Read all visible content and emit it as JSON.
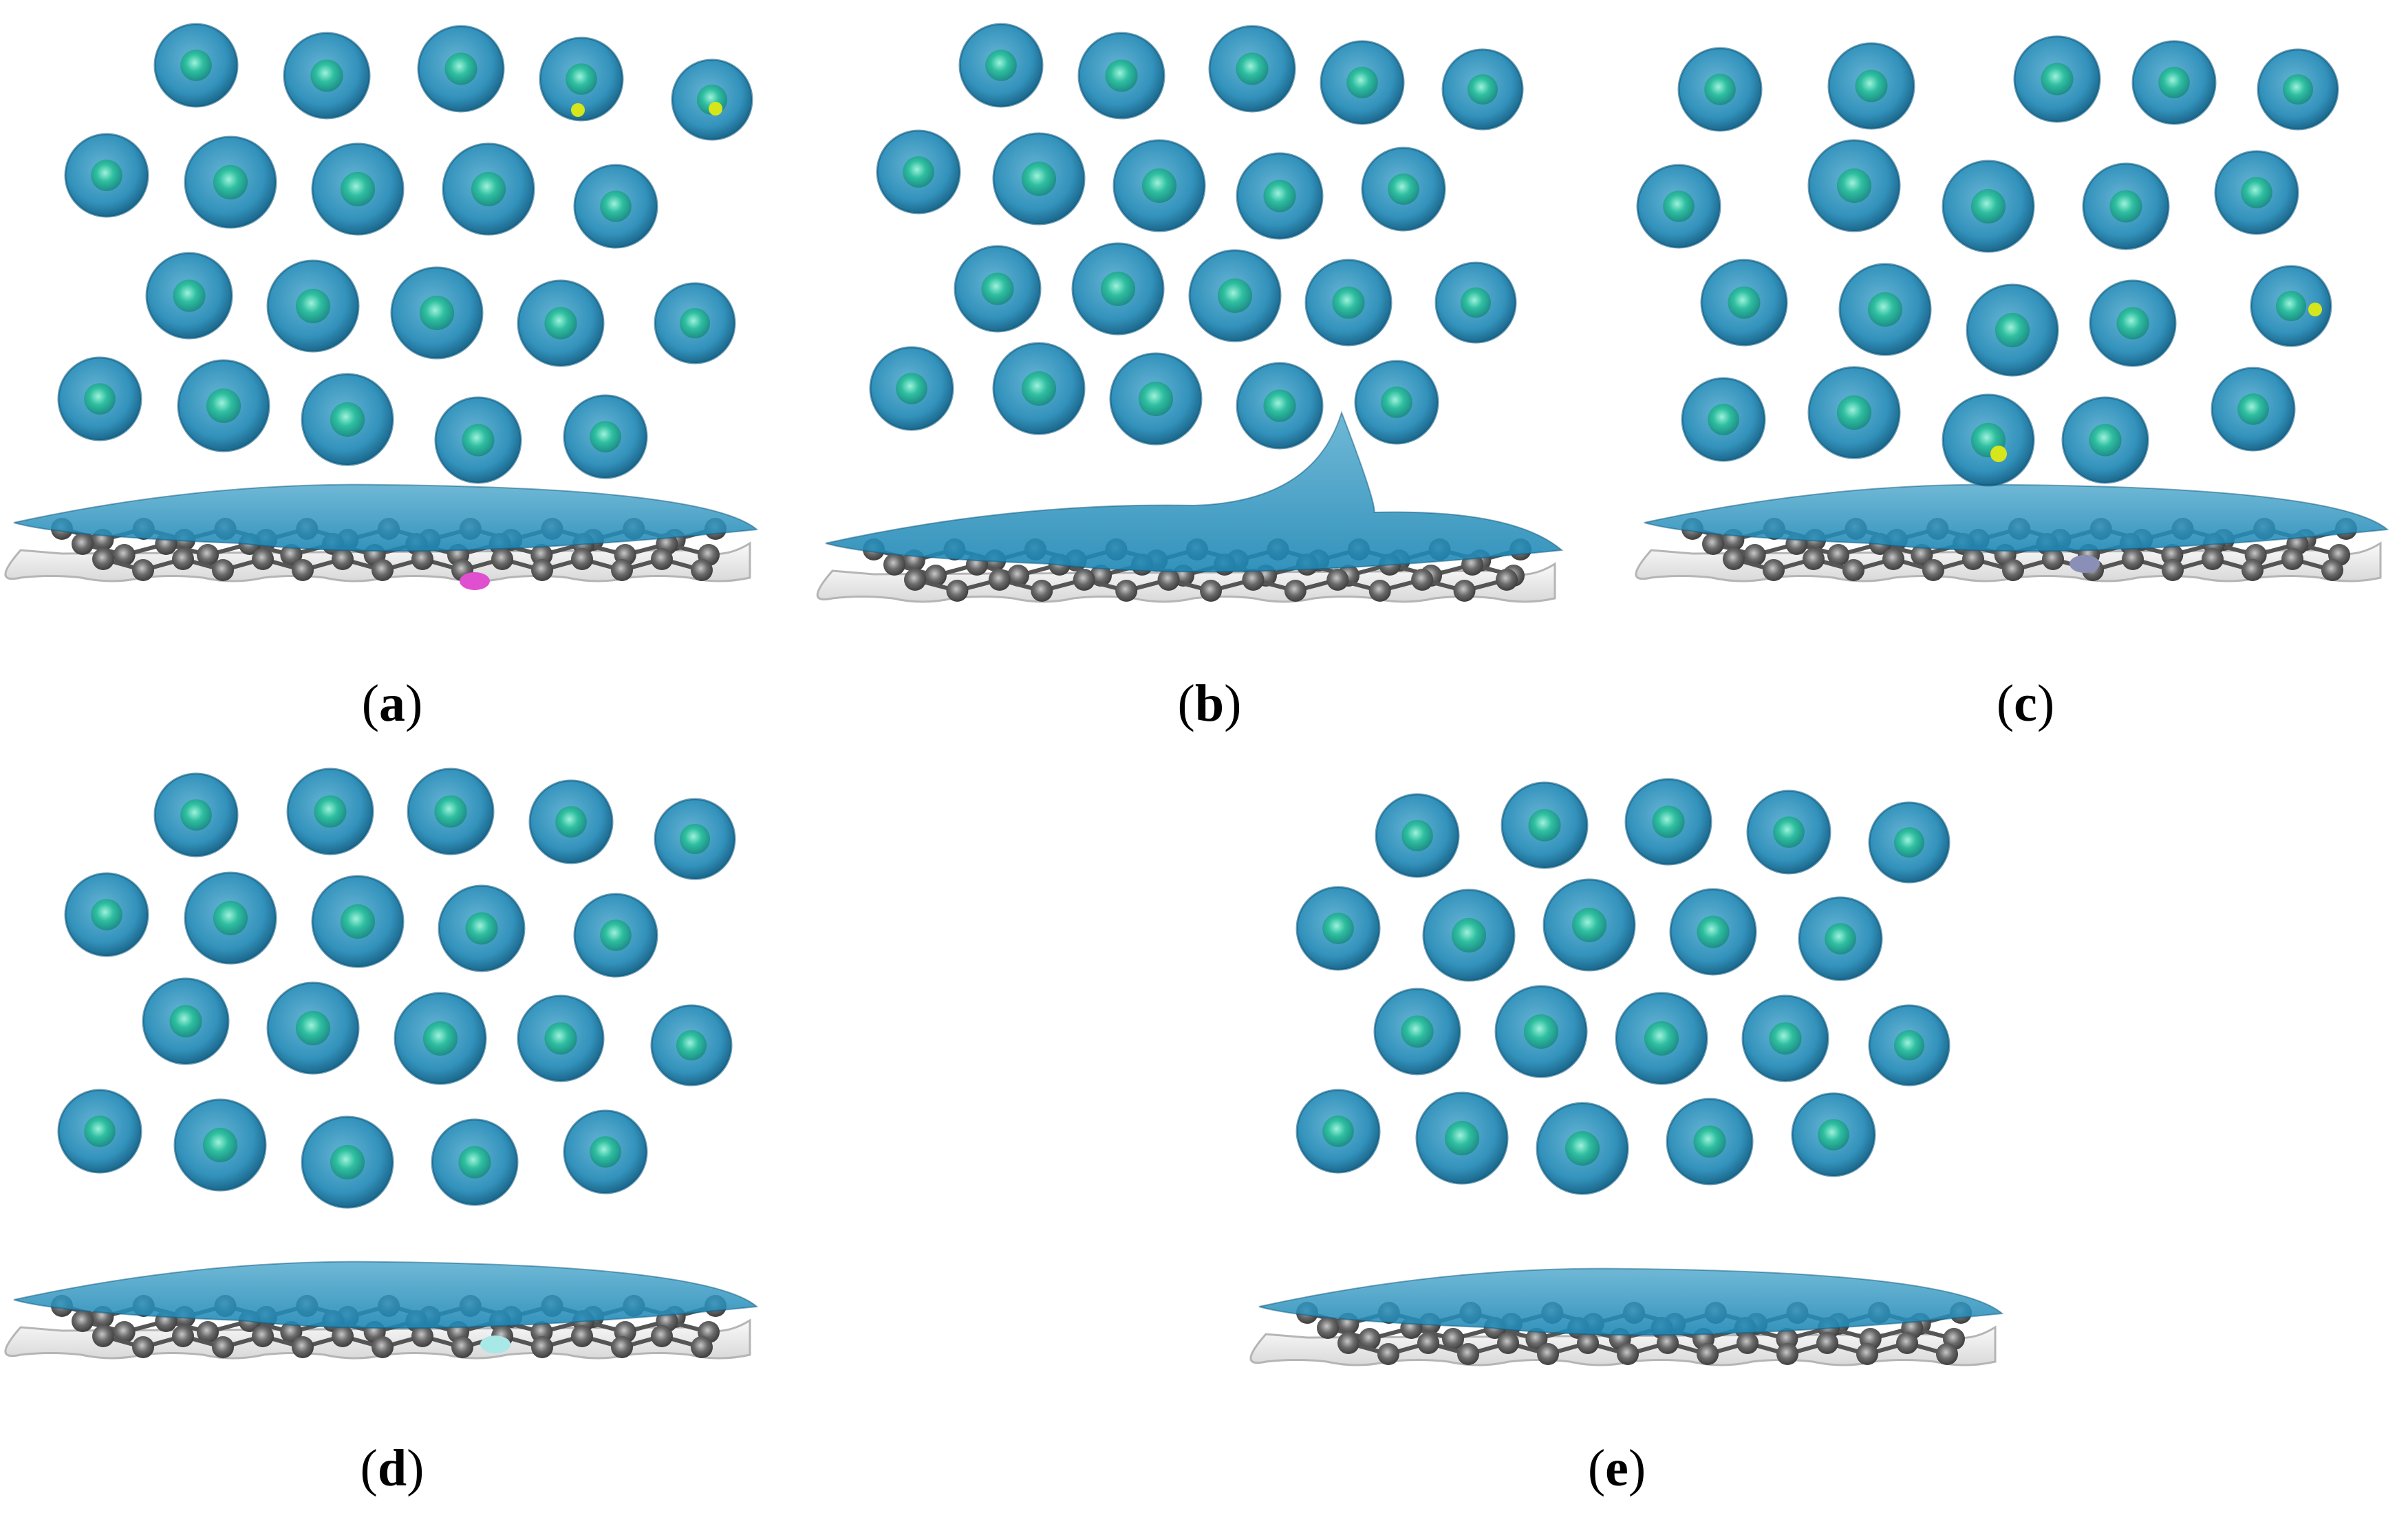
{
  "colors": {
    "charge_density": "#1c86b4",
    "charge_density_dark": "#0d5a80",
    "metal_atom": "#2fbfa0",
    "carbon_atom": "#6b6b6b",
    "substrate_sheet": "#d9d9d9",
    "defect_a": "#e04fd0",
    "defect_c": "#8a8fb8",
    "defect_d": "#a8e8e6",
    "highlight": "#d7e51b"
  },
  "panels": [
    {
      "id": "a",
      "label": {
        "open": "(",
        "letter": "a",
        "close": ")"
      },
      "defect": "defect_a"
    },
    {
      "id": "b",
      "label": {
        "open": "(",
        "letter": "b",
        "close": ")"
      },
      "defect": ""
    },
    {
      "id": "c",
      "label": {
        "open": "(",
        "letter": "c",
        "close": ")"
      },
      "defect": "defect_c"
    },
    {
      "id": "d",
      "label": {
        "open": "(",
        "letter": "d",
        "close": ")"
      },
      "defect": "defect_d"
    },
    {
      "id": "e",
      "label": {
        "open": "(",
        "letter": "e",
        "close": ")"
      },
      "defect": ""
    }
  ]
}
